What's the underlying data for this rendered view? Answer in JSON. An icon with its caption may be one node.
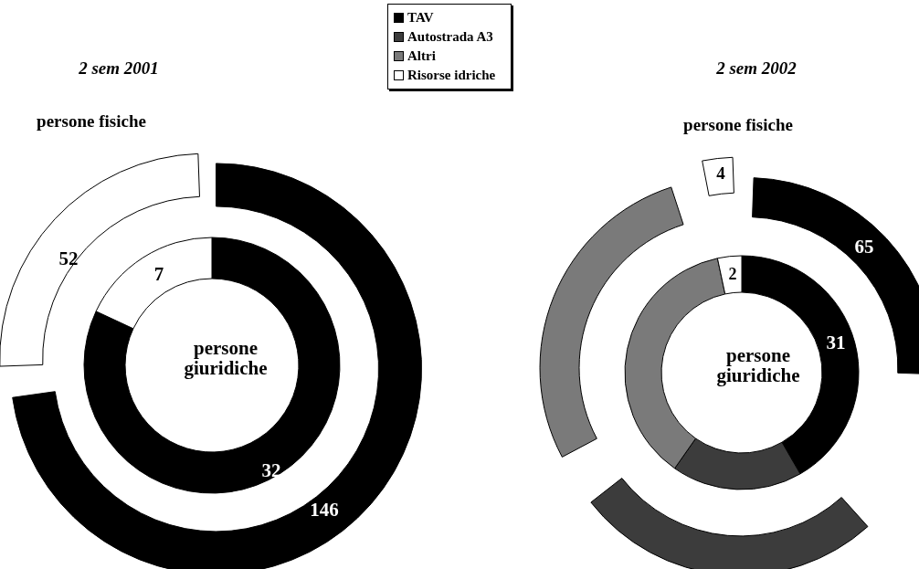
{
  "diagram": {
    "labels": [
      "2 sem 2001",
      "2 sem 2002",
      "persone fisiche",
      "persone fisiche",
      "4",
      "52",
      "65",
      "7",
      "2",
      "persone giuridiche",
      "31",
      "persone giuridiche",
      "32",
      "146"
    ],
    "legend": [
      {
        "text": "TAV",
        "color": "#000000"
      },
      {
        "text": "Autostrada A3",
        "color": "#3c3c3c"
      },
      {
        "text": "Altri",
        "color": "#7a7a7a"
      },
      {
        "text": "Risorse idriche",
        "color": "#ffffff"
      }
    ]
  }
}
